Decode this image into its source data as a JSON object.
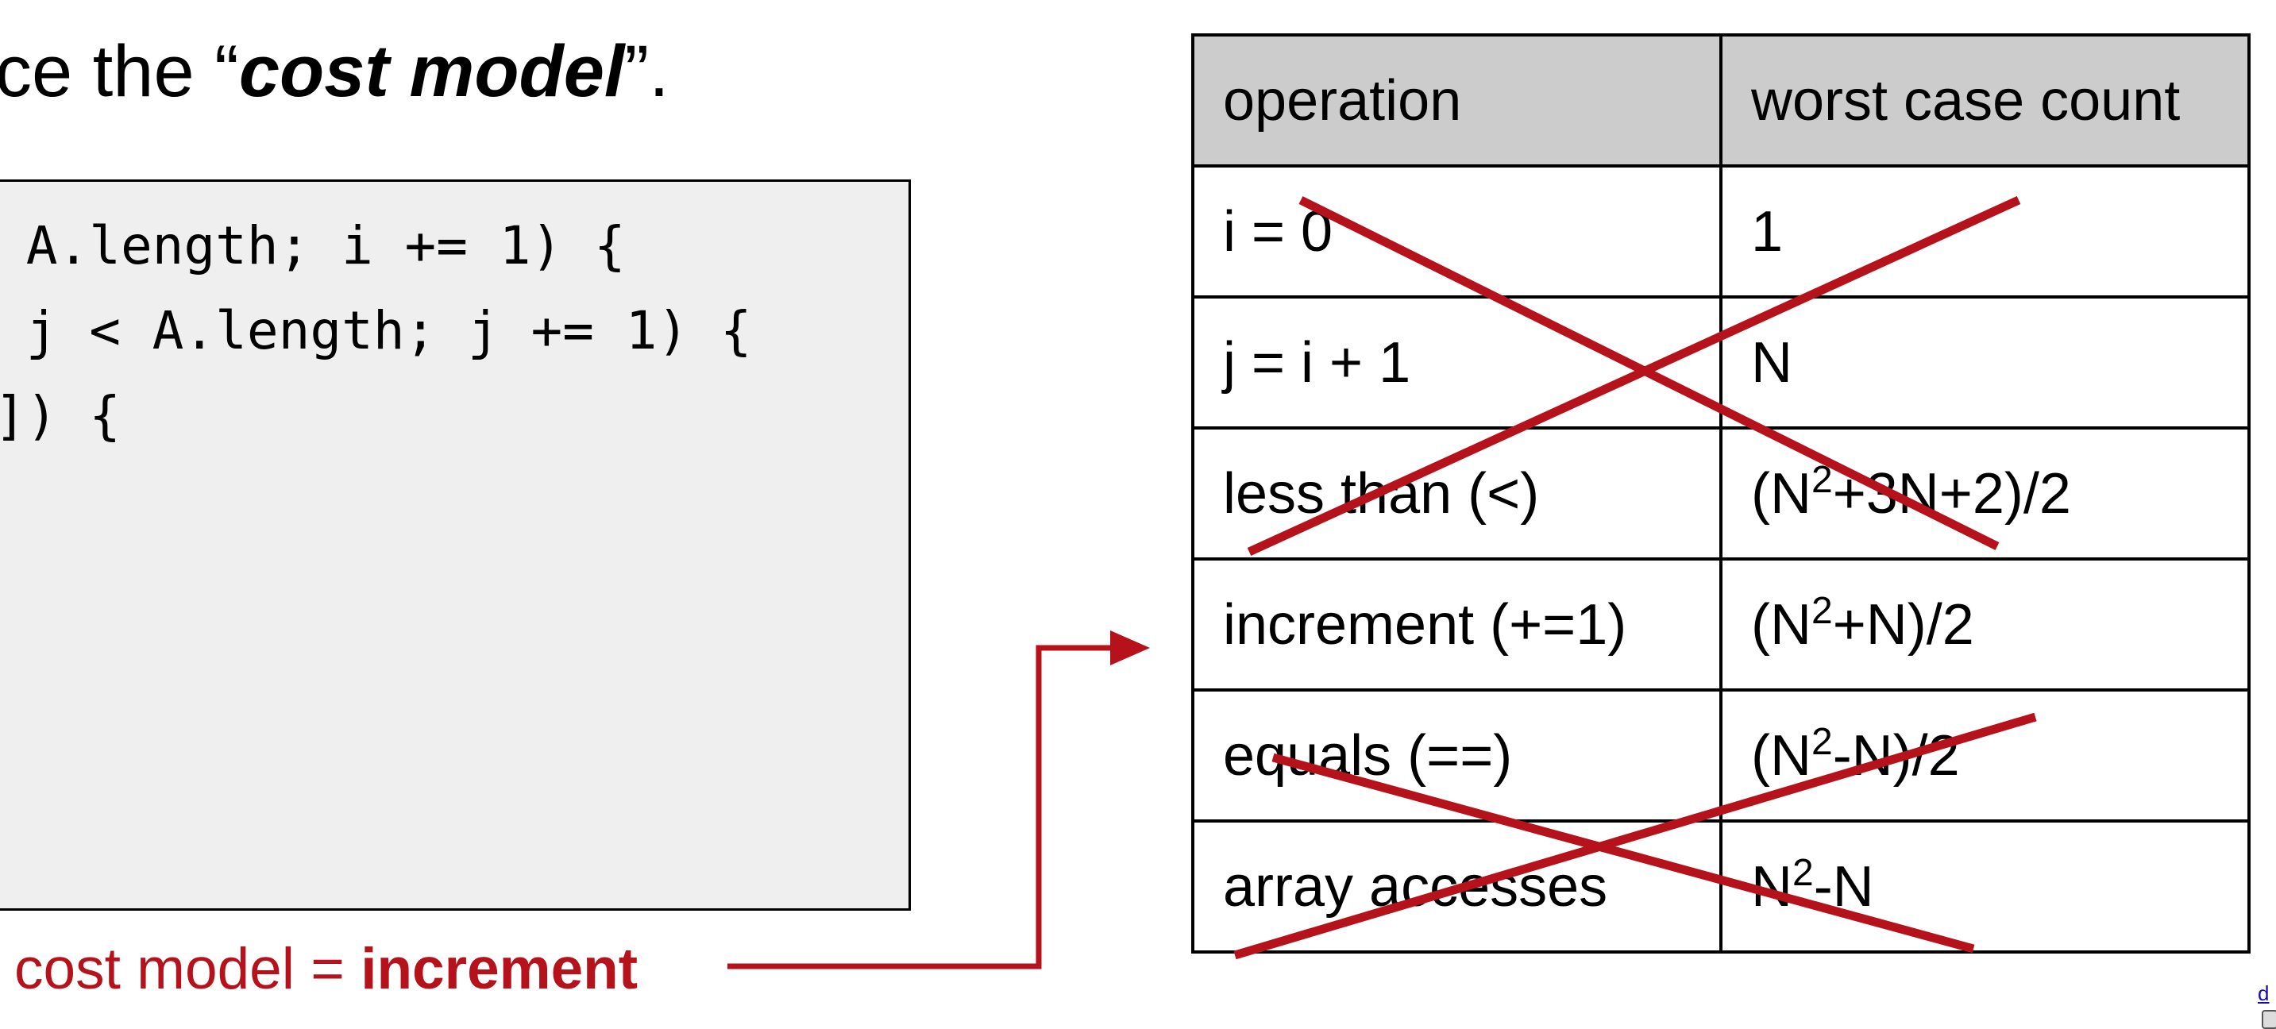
{
  "slide": {
    "title_prefix": "ce the “",
    "title_emphasis": "cost model",
    "title_suffix": "”.",
    "code_lines": [
      " A.length; i += 1) {",
      " j < A.length; j += 1) {",
      "]) {"
    ],
    "cost_label_prefix": "cost model = ",
    "cost_label_bold": "increment",
    "accent_color": "#b5121b"
  },
  "table": {
    "headers": [
      "operation",
      "worst case count"
    ],
    "rows": [
      {
        "operation": "i = 0",
        "count": "1",
        "crossed": true
      },
      {
        "operation": "j = i + 1",
        "count": "N",
        "crossed": true
      },
      {
        "operation": "less than (<)",
        "count_pre": "(N",
        "count_sup": "2",
        "count_post": "+3N+2)/2",
        "crossed": true
      },
      {
        "operation": "increment (+=1)",
        "count_pre": "(N",
        "count_sup": "2",
        "count_post": "+N)/2",
        "crossed": false,
        "highlighted": true
      },
      {
        "operation": "equals (==)",
        "count_pre": "(N",
        "count_sup": "2",
        "count_post": "-N)/2",
        "crossed": true
      },
      {
        "operation": "array accesses",
        "count_pre": "N",
        "count_sup": "2",
        "count_post": "-N",
        "crossed": true
      }
    ]
  },
  "footer": {
    "link_text": "d"
  }
}
